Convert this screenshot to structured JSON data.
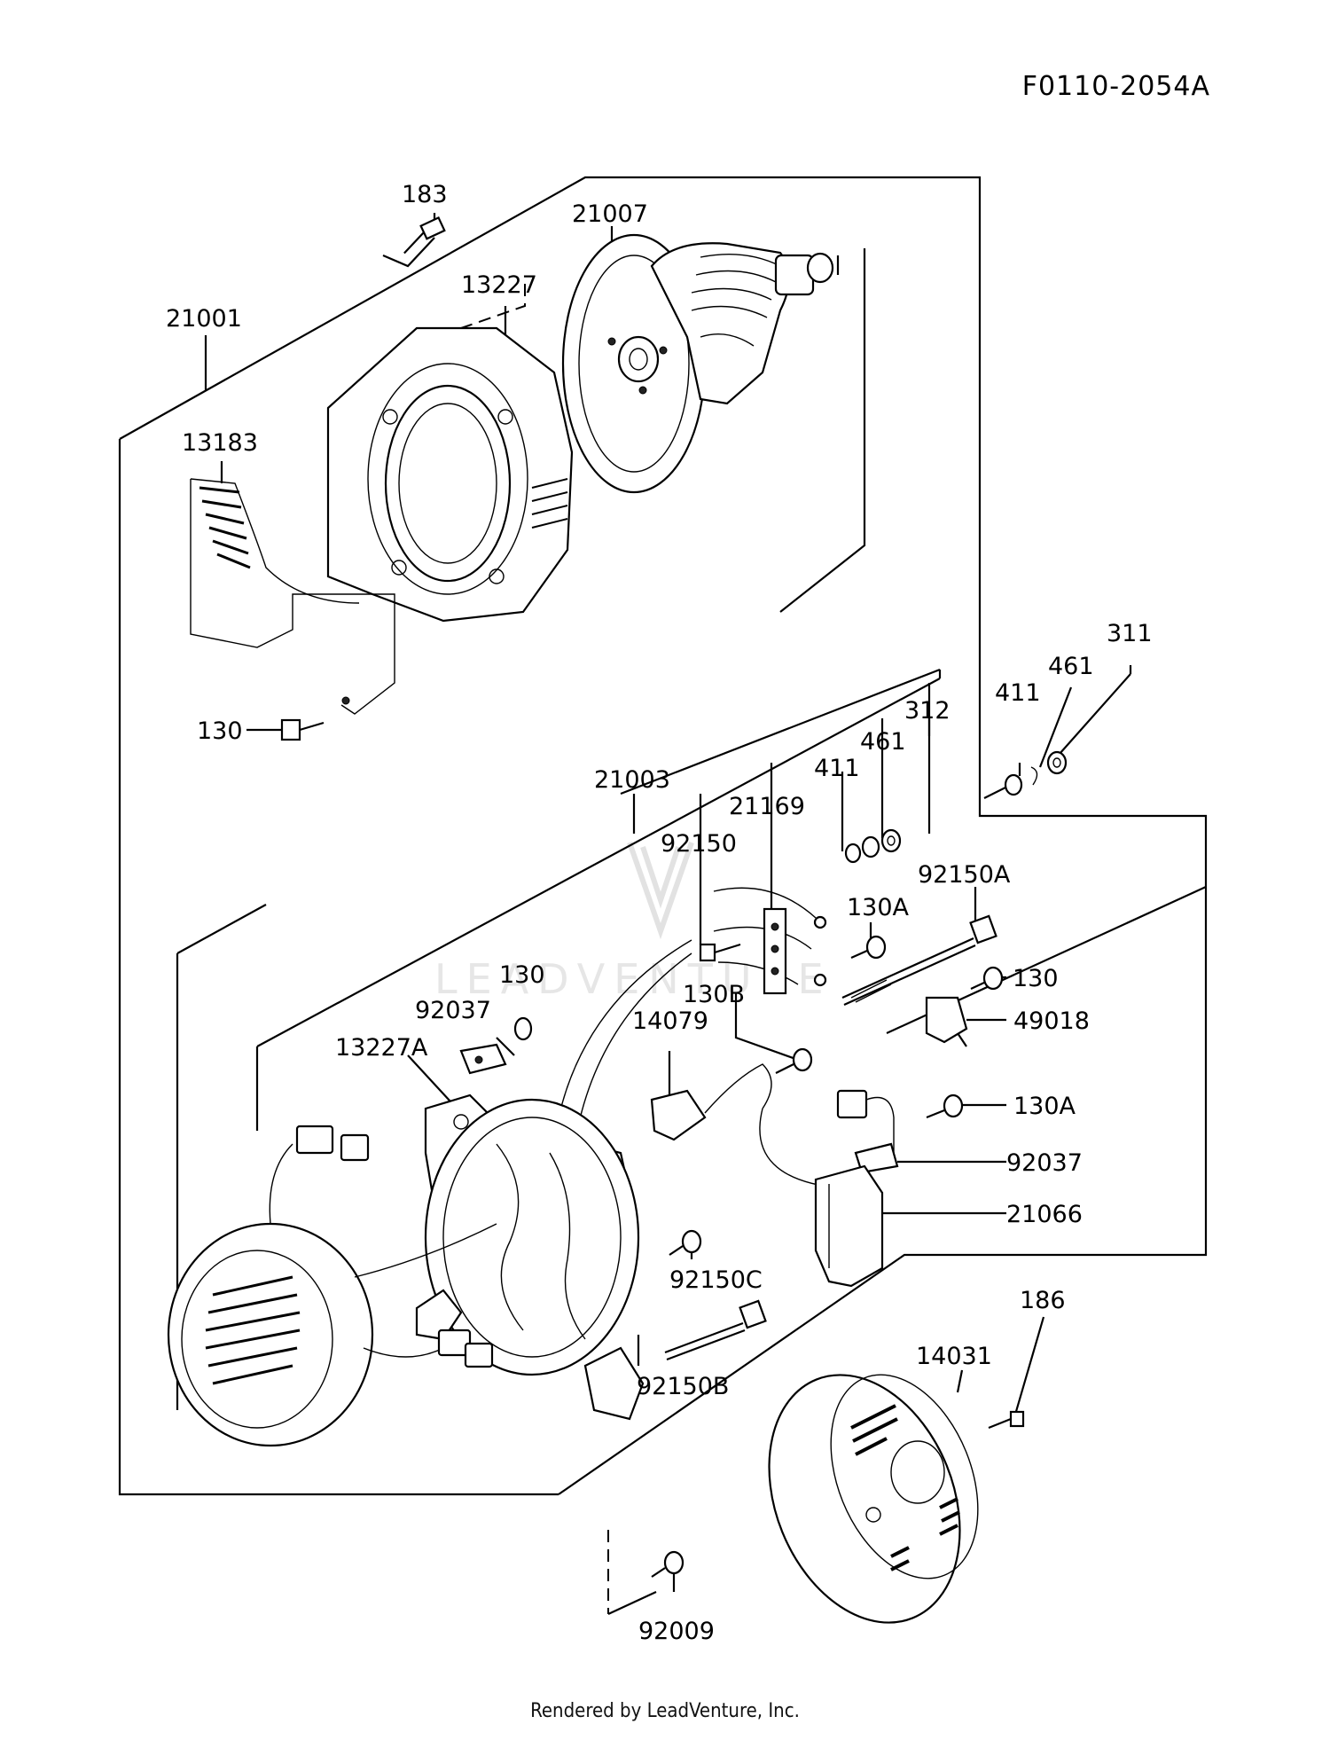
{
  "diagram": {
    "drawing_code": "F0110-2054A",
    "footer": "Rendered by LeadVenture, Inc.",
    "watermark": "LEADVENTURE",
    "part_labels": {
      "p183": "183",
      "p21007": "21007",
      "p13227": "13227",
      "p21001": "21001",
      "p13183": "13183",
      "p130_a": "130",
      "p311": "311",
      "p461_a": "461",
      "p411_a": "411",
      "p312": "312",
      "p461_b": "461",
      "p411_b": "411",
      "p21003": "21003",
      "p21169": "21169",
      "p92150": "92150",
      "p92150A": "92150A",
      "p130A_a": "130A",
      "p130_b": "130",
      "p130B": "130B",
      "p92037_a": "92037",
      "p130_c": "130",
      "p49018": "49018",
      "p14079": "14079",
      "p13227A": "13227A",
      "p130A_b": "130A",
      "p92037_b": "92037",
      "p21066": "21066",
      "p92150C": "92150C",
      "p186": "186",
      "p14031": "14031",
      "p92150B": "92150B",
      "p92009": "92009"
    }
  }
}
